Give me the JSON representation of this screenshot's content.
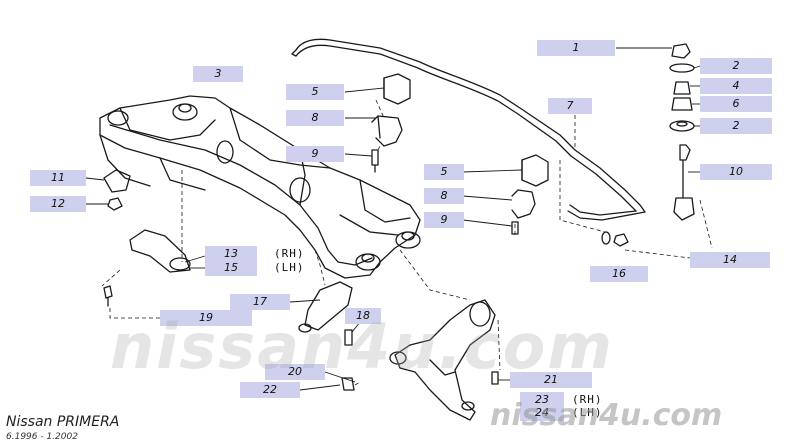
{
  "brand": {
    "title": "Nissan PRIMERA",
    "dates": "6.1996 - 1.2002",
    "watermark_center": "nissan4u.com",
    "watermark_corner": "nissan4u.com"
  },
  "callouts": {
    "c1": "1",
    "c2a": "2",
    "c2b": "2",
    "c3": "3",
    "c4": "4",
    "c5a": "5",
    "c5b": "5",
    "c6": "6",
    "c7": "7",
    "c8a": "8",
    "c8b": "8",
    "c9a": "9",
    "c9b": "9",
    "c10": "10",
    "c11": "11",
    "c12": "12",
    "c13": "13",
    "c14": "14",
    "c15": "15",
    "c16": "16",
    "c17": "17",
    "c18": "18",
    "c19": "19",
    "c20": "20",
    "c21": "21",
    "c22": "22",
    "c23": "23",
    "c24": "24"
  },
  "sides": {
    "rh_13": "(RH)",
    "lh_15": "(LH)",
    "rh_23": "(RH)",
    "lh_24": "(LH)"
  },
  "colors": {
    "callout_fill": "#cfd0ee",
    "line": "#1a1a1a"
  }
}
